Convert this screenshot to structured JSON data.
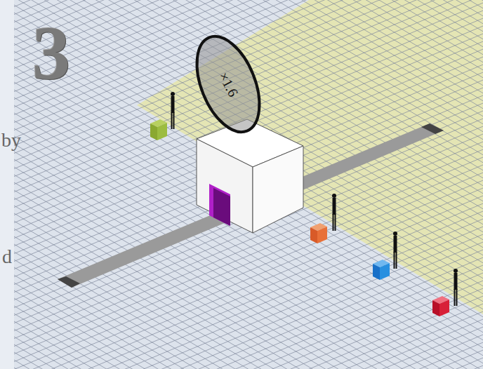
{
  "diagram": {
    "nodes": [
      {
        "text": [
          "×1.6"
        ]
      }
    ],
    "labels": [
      "3",
      "by",
      "d"
    ]
  }
}
